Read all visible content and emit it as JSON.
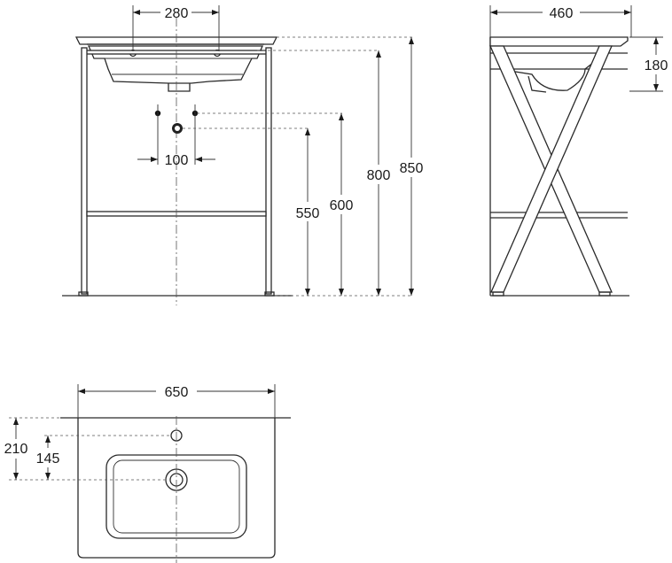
{
  "front_view": {
    "dim_tap_spacing": "280",
    "dim_waste_spacing": "100",
    "dim_waste_height": "550",
    "dim_supply_height": "600",
    "dim_basin_height": "800",
    "dim_total_height": "850"
  },
  "side_view": {
    "dim_depth": "460",
    "dim_basin_depth": "180"
  },
  "top_view": {
    "dim_width": "650",
    "dim_tap_offset": "210",
    "dim_drain_offset": "145"
  }
}
